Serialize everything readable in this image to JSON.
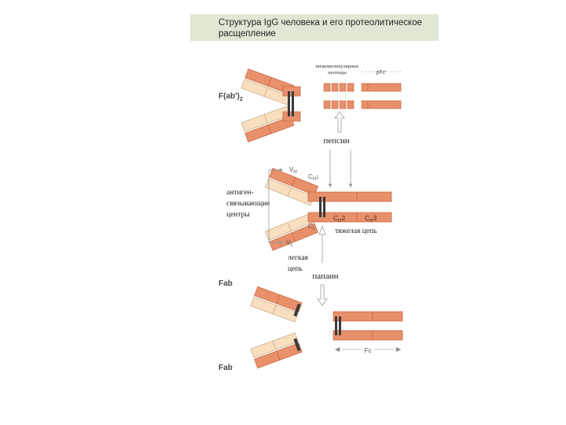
{
  "title": "Структура IgG человека и его протеолитическое расщепление",
  "labels": {
    "fab2": "F(ab')",
    "fab2_sub": "2",
    "low_mw_peptides_1": "низкомолекулярные",
    "low_mw_peptides_2": "пептиды",
    "pfc": "pFc'",
    "pepsin": "пепсин",
    "vh": "V",
    "vh_sub": "H",
    "ch1": "C",
    "ch1_sub": "H",
    "ch1_sup": "1",
    "antigen_1": "антиген-",
    "antigen_2": "связывающие",
    "antigen_3": "центры",
    "vl": "V",
    "vl_sub": "L",
    "cl": "C",
    "cl_sub": "L",
    "ch2": "C",
    "ch2_sub": "H",
    "ch2_num": "2",
    "ch3": "C",
    "ch3_sub": "H",
    "ch3_num": "3",
    "heavy_chain": "тяжелая цепь",
    "light_chain_1": "легкая",
    "light_chain_2": "цепь",
    "papain": "папаин",
    "fab_top": "Fab",
    "fab_bottom": "Fab",
    "fc": "Fc"
  },
  "colors": {
    "heavy": "#e8906a",
    "heavy_stroke": "#c8633f",
    "light": "#f7dfc0",
    "light_stroke": "#c7a985",
    "hinge": "#3a3a3a",
    "arrow": "#b8b8b8",
    "title_band": "#dfe8d5"
  }
}
